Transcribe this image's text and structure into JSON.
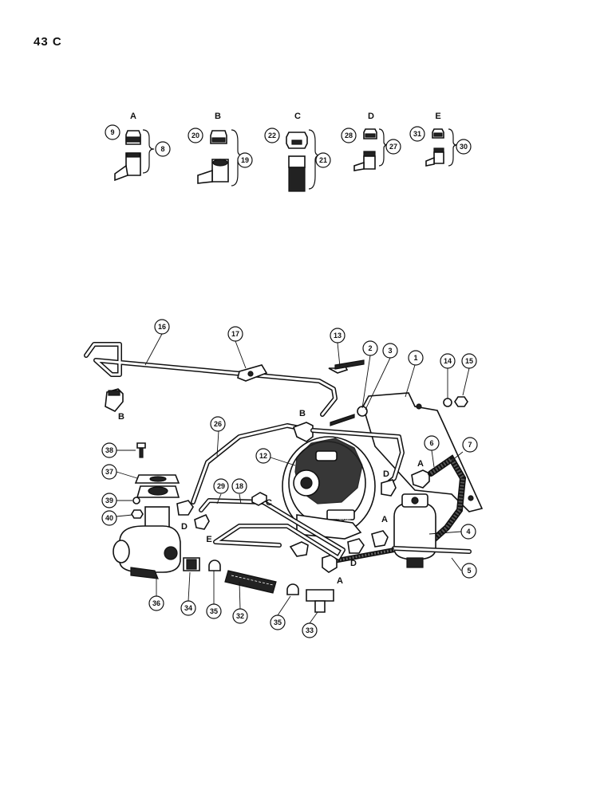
{
  "page": {
    "number": "43 C"
  },
  "kit_labels": {
    "a": "A",
    "b": "B",
    "c": "C",
    "d": "D",
    "e": "E"
  },
  "callouts": {
    "c1": "1",
    "c2": "2",
    "c3": "3",
    "c4": "4",
    "c5": "5",
    "c6": "6",
    "c7": "7",
    "c8": "8",
    "c9": "9",
    "c12": "12",
    "c13": "13",
    "c14": "14",
    "c15": "15",
    "c16": "16",
    "c17": "17",
    "c18": "18",
    "c19": "19",
    "c20": "20",
    "c21": "21",
    "c22": "22",
    "c26": "26",
    "c27": "27",
    "c28": "28",
    "c29": "29",
    "c30": "30",
    "c31": "31",
    "c32": "32",
    "c33": "33",
    "c34": "34",
    "c35": "35",
    "c36": "36",
    "c37": "37",
    "c38": "38",
    "c39": "39",
    "c40": "40"
  },
  "fitting_letters": {
    "a": "A",
    "b": "B",
    "c": "C",
    "d": "D",
    "e": "E"
  },
  "regulator_marking": "ENSIGN"
}
